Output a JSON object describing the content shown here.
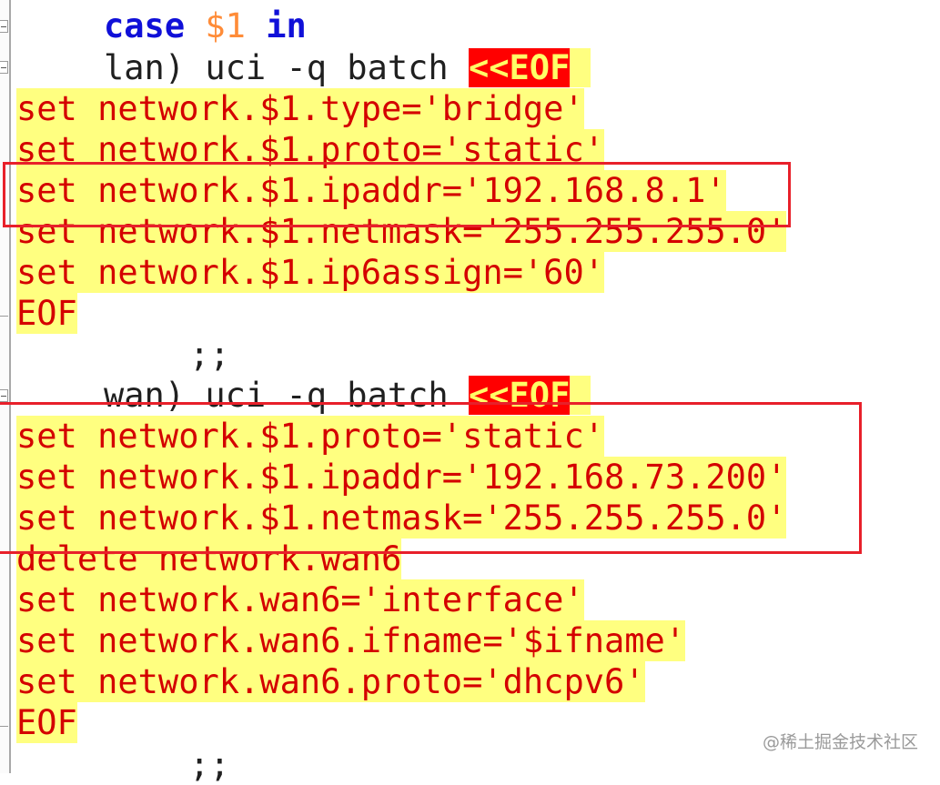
{
  "code": {
    "case_line": {
      "case_kw": "case",
      "var": "$1",
      "in_kw": "in"
    },
    "lan_header": {
      "text": "lan) uci -q batch ",
      "heredoc": "<<EOF"
    },
    "lan_lines": [
      "set network.$1.type='bridge'",
      "set network.$1.proto='static'",
      "set network.$1.ipaddr='192.168.8.1'",
      "set network.$1.netmask='255.255.255.0'",
      "set network.$1.ip6assign='60'"
    ],
    "lan_eof": "EOF",
    "separator": ";;",
    "wan_header": {
      "text": "wan) uci -q batch ",
      "heredoc": "<<EOF"
    },
    "wan_lines": [
      "set network.$1.proto='static'",
      "set network.$1.ipaddr='192.168.73.200'",
      "set network.$1.netmask='255.255.255.0'",
      "delete network.wan6",
      "set network.wan6='interface'",
      "set network.wan6.ifname='$ifname'",
      "set network.wan6.proto='dhcpv6'"
    ],
    "wan_eof": "EOF",
    "separator_2": ";;"
  },
  "watermark": "@稀土掘金技术社区",
  "colors": {
    "highlight": "#ffff80",
    "string_text": "#d40000",
    "keyword": "#1010d8",
    "variable": "#ff8c38",
    "heredoc_bg": "#ff0000",
    "annotation_box": "#e8202a"
  }
}
